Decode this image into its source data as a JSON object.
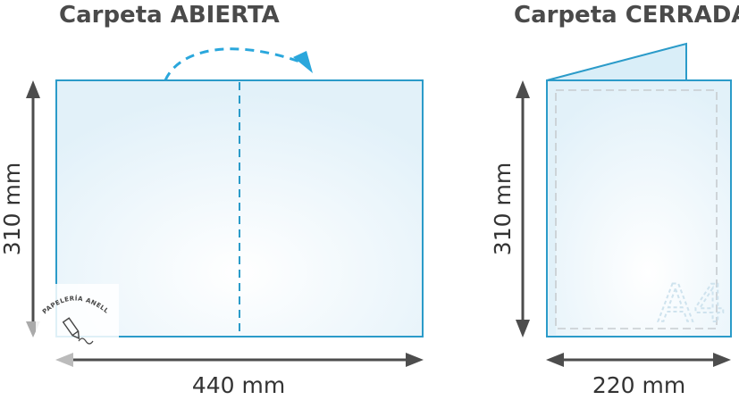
{
  "open_folder": {
    "title": "Carpeta ABIERTA",
    "height_label": "310 mm",
    "width_label": "440 mm"
  },
  "closed_folder": {
    "title": "Carpeta CERRADA",
    "height_label": "310 mm",
    "width_label": "220 mm",
    "format_label": "A4"
  },
  "watermark": {
    "text": "PAPELERÍA ANELL"
  },
  "colors": {
    "outline": "#2b9bc9",
    "fill": "#e6f3fa",
    "arrow": "#4d4d4d",
    "fold_arrow": "#2aa7dc"
  }
}
